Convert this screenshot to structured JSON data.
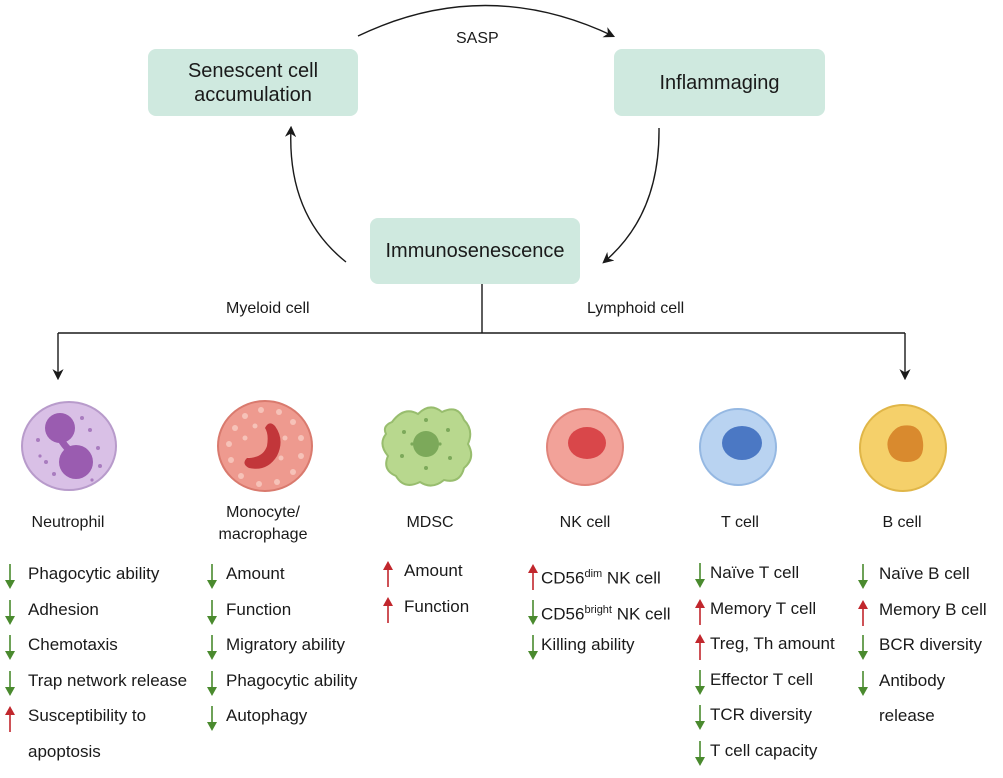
{
  "colors": {
    "box_fill": "#cfe9df",
    "arrow_up": "#c1272d",
    "arrow_down": "#4a8a2e",
    "neutrophil": "#d9c0e6",
    "monocyte": "#ee9a8f",
    "mdsc": "#b8d88e",
    "nk_cell": "#f2a299",
    "t_cell": "#b9d3f1",
    "b_cell": "#f5d06a"
  },
  "cycle": {
    "senescent_box": "Senescent cell accumulation",
    "inflammaging_box": "Inflammaging",
    "immunosenescence_box": "Immunosenescence",
    "sasp_label": "SASP"
  },
  "branches": {
    "myeloid_label": "Myeloid cell",
    "lymphoid_label": "Lymphoid cell"
  },
  "cells": [
    {
      "name_lines": [
        "Neutrophil"
      ],
      "icon": "neutrophil-icon",
      "traits": [
        {
          "dir": "down",
          "text": "Phagocytic ability"
        },
        {
          "dir": "down",
          "text": "Adhesion"
        },
        {
          "dir": "down",
          "text": "Chemotaxis"
        },
        {
          "dir": "down",
          "text": "Trap network release"
        },
        {
          "dir": "up",
          "text": "Susceptibility to"
        },
        {
          "dir": "none",
          "text": "apoptosis"
        }
      ]
    },
    {
      "name_lines": [
        "Monocyte/",
        "macrophage"
      ],
      "icon": "monocyte-icon",
      "traits": [
        {
          "dir": "down",
          "text": "Amount"
        },
        {
          "dir": "down",
          "text": "Function"
        },
        {
          "dir": "down",
          "text": "Migratory ability"
        },
        {
          "dir": "down",
          "text": "Phagocytic ability"
        },
        {
          "dir": "down",
          "text": "Autophagy"
        }
      ]
    },
    {
      "name_lines": [
        "MDSC"
      ],
      "icon": "mdsc-icon",
      "traits": [
        {
          "dir": "up",
          "text": "Amount"
        },
        {
          "dir": "up",
          "text": "Function"
        }
      ]
    },
    {
      "name_lines": [
        "NK cell"
      ],
      "icon": "nk-cell-icon",
      "traits": [
        {
          "dir": "up",
          "text": "CD56",
          "sup": "dim",
          "rest": " NK cell"
        },
        {
          "dir": "down",
          "text": "CD56",
          "sup": "bright",
          "rest": " NK cell"
        },
        {
          "dir": "down",
          "text": "Killing ability"
        }
      ]
    },
    {
      "name_lines": [
        "T cell"
      ],
      "icon": "t-cell-icon",
      "traits": [
        {
          "dir": "down",
          "text": "Naïve T cell"
        },
        {
          "dir": "up",
          "text": "Memory T cell"
        },
        {
          "dir": "up",
          "text": "Treg, Th amount"
        },
        {
          "dir": "down",
          "text": "Effector T cell"
        },
        {
          "dir": "down",
          "text": "TCR diversity"
        },
        {
          "dir": "down",
          "text": "T cell capacity"
        }
      ]
    },
    {
      "name_lines": [
        "B cell"
      ],
      "icon": "b-cell-icon",
      "traits": [
        {
          "dir": "down",
          "text": "Naïve B cell"
        },
        {
          "dir": "up",
          "text": "Memory B cell"
        },
        {
          "dir": "down",
          "text": "BCR diversity"
        },
        {
          "dir": "down",
          "text": "Antibody"
        },
        {
          "dir": "none",
          "text": "release"
        }
      ]
    }
  ]
}
